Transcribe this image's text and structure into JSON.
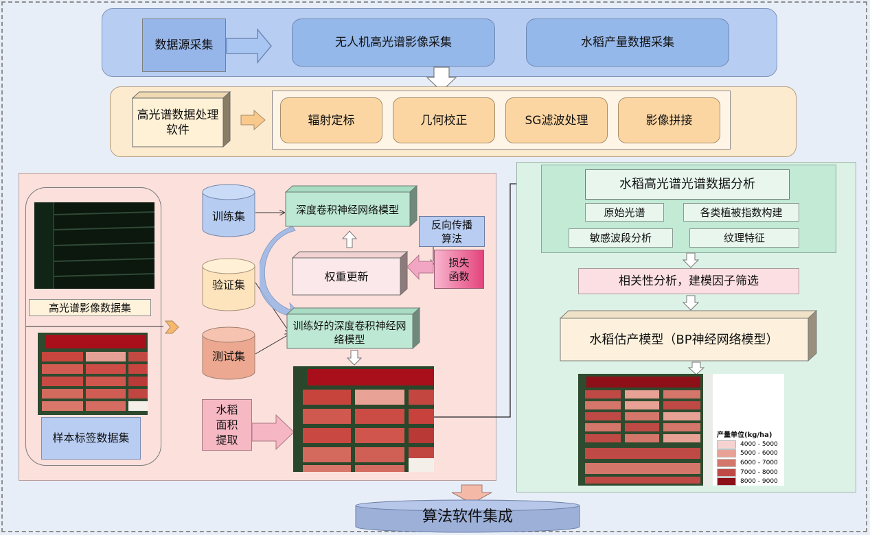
{
  "source": {
    "label": "数据源采集",
    "uav_hyperspectral": "无人机高光谱影像采集",
    "rice_yield_data": "水稻产量数据采集"
  },
  "processing": {
    "software_label": "高光谱数据处理软件",
    "steps": [
      "辐射定标",
      "几何校正",
      "SG滤波处理",
      "影像拼接"
    ]
  },
  "training": {
    "hyperspectral_dataset": "高光谱影像数据集",
    "label_dataset": "样本标签数据集",
    "train_set": "训练集",
    "validation_set": "验证集",
    "test_set": "测试集",
    "cnn_model": "深度卷积神经网络模型",
    "weight_update": "权重更新",
    "backprop": "反向传播算法",
    "loss_function": "损失函数",
    "trained_model": "训练好的深度卷积神经网络模型",
    "area_extraction": "水稻面积提取"
  },
  "analysis": {
    "title": "水稻高光谱光谱数据分析",
    "items": [
      "原始光谱",
      "各类植被指数构建",
      "敏感波段分析",
      "纹理特征"
    ],
    "correlation": "相关性分析，建模因子筛选",
    "yield_model": "水稻估产模型（BP神经网络模型）"
  },
  "legend": {
    "title": "产量单位(kg/ha)",
    "classes": [
      {
        "label": "4000 - 5000",
        "color": "#f6d3d0"
      },
      {
        "label": "5000 - 6000",
        "color": "#e7a295"
      },
      {
        "label": "6000 - 7000",
        "color": "#d4776a"
      },
      {
        "label": "7000 - 8000",
        "color": "#bf4a45"
      },
      {
        "label": "8000 - 9000",
        "color": "#8d0f18"
      }
    ]
  },
  "integration": "算法软件集成",
  "colors": {
    "blue_panel": "#b7cdf1",
    "tan_panel": "#fdebd0",
    "pink_panel": "#fbe0dc",
    "green_panel": "#dcf2e7",
    "model_box": "#bde8d3"
  }
}
